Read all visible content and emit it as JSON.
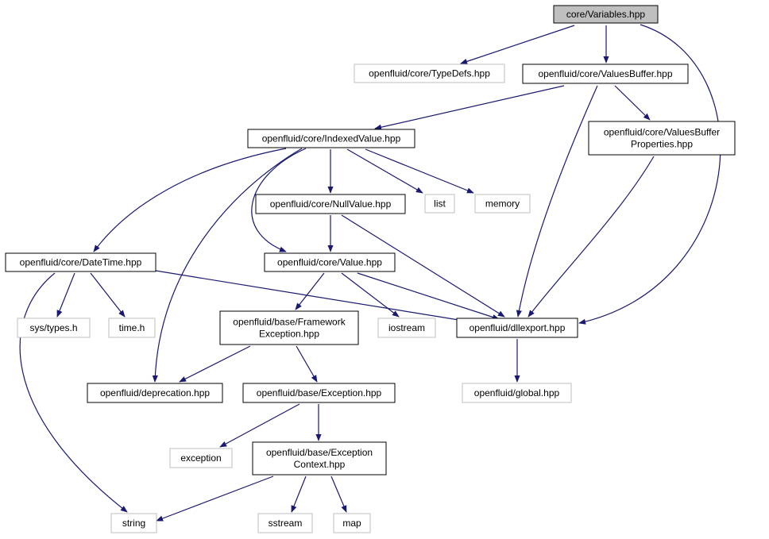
{
  "graph": {
    "nodes": [
      {
        "id": "variables",
        "lines": [
          "core/Variables.hpp"
        ],
        "style": "root"
      },
      {
        "id": "typedefs",
        "lines": [
          "openfluid/core/TypeDefs.hpp"
        ],
        "style": "external"
      },
      {
        "id": "valuesbuffer",
        "lines": [
          "openfluid/core/ValuesBuffer.hpp"
        ],
        "style": "normal"
      },
      {
        "id": "indexedvalue",
        "lines": [
          "openfluid/core/IndexedValue.hpp"
        ],
        "style": "normal"
      },
      {
        "id": "vbprops",
        "lines": [
          "openfluid/core/ValuesBuffer",
          "Properties.hpp"
        ],
        "style": "normal"
      },
      {
        "id": "list",
        "lines": [
          "list"
        ],
        "style": "external"
      },
      {
        "id": "memory",
        "lines": [
          "memory"
        ],
        "style": "external"
      },
      {
        "id": "nullvalue",
        "lines": [
          "openfluid/core/NullValue.hpp"
        ],
        "style": "normal"
      },
      {
        "id": "datetime",
        "lines": [
          "openfluid/core/DateTime.hpp"
        ],
        "style": "normal"
      },
      {
        "id": "value",
        "lines": [
          "openfluid/core/Value.hpp"
        ],
        "style": "normal"
      },
      {
        "id": "systypes",
        "lines": [
          "sys/types.h"
        ],
        "style": "external"
      },
      {
        "id": "timeh",
        "lines": [
          "time.h"
        ],
        "style": "external"
      },
      {
        "id": "fwexception",
        "lines": [
          "openfluid/base/Framework",
          "Exception.hpp"
        ],
        "style": "normal"
      },
      {
        "id": "iostream",
        "lines": [
          "iostream"
        ],
        "style": "external"
      },
      {
        "id": "dllexport",
        "lines": [
          "openfluid/dllexport.hpp"
        ],
        "style": "normal"
      },
      {
        "id": "deprecation",
        "lines": [
          "openfluid/deprecation.hpp"
        ],
        "style": "normal"
      },
      {
        "id": "exception_hpp",
        "lines": [
          "openfluid/base/Exception.hpp"
        ],
        "style": "normal"
      },
      {
        "id": "global",
        "lines": [
          "openfluid/global.hpp"
        ],
        "style": "external"
      },
      {
        "id": "exception_std",
        "lines": [
          "exception"
        ],
        "style": "external"
      },
      {
        "id": "exccontext",
        "lines": [
          "openfluid/base/Exception",
          "Context.hpp"
        ],
        "style": "normal"
      },
      {
        "id": "string",
        "lines": [
          "string"
        ],
        "style": "external"
      },
      {
        "id": "sstream",
        "lines": [
          "sstream"
        ],
        "style": "external"
      },
      {
        "id": "map",
        "lines": [
          "map"
        ],
        "style": "external"
      }
    ],
    "edges": [
      {
        "from": "variables",
        "to": "typedefs"
      },
      {
        "from": "variables",
        "to": "valuesbuffer"
      },
      {
        "from": "variables",
        "to": "dllexport"
      },
      {
        "from": "valuesbuffer",
        "to": "indexedvalue"
      },
      {
        "from": "valuesbuffer",
        "to": "dllexport"
      },
      {
        "from": "valuesbuffer",
        "to": "vbprops"
      },
      {
        "from": "vbprops",
        "to": "dllexport"
      },
      {
        "from": "indexedvalue",
        "to": "datetime"
      },
      {
        "from": "indexedvalue",
        "to": "deprecation"
      },
      {
        "from": "indexedvalue",
        "to": "value"
      },
      {
        "from": "indexedvalue",
        "to": "nullvalue"
      },
      {
        "from": "indexedvalue",
        "to": "list"
      },
      {
        "from": "indexedvalue",
        "to": "memory"
      },
      {
        "from": "nullvalue",
        "to": "value"
      },
      {
        "from": "nullvalue",
        "to": "dllexport"
      },
      {
        "from": "datetime",
        "to": "systypes"
      },
      {
        "from": "datetime",
        "to": "timeh"
      },
      {
        "from": "datetime",
        "to": "string"
      },
      {
        "from": "datetime",
        "to": "dllexport"
      },
      {
        "from": "value",
        "to": "fwexception"
      },
      {
        "from": "value",
        "to": "iostream"
      },
      {
        "from": "value",
        "to": "dllexport"
      },
      {
        "from": "fwexception",
        "to": "deprecation"
      },
      {
        "from": "fwexception",
        "to": "exception_hpp"
      },
      {
        "from": "exception_hpp",
        "to": "exception_std"
      },
      {
        "from": "exception_hpp",
        "to": "exccontext"
      },
      {
        "from": "exccontext",
        "to": "string"
      },
      {
        "from": "exccontext",
        "to": "sstream"
      },
      {
        "from": "exccontext",
        "to": "map"
      },
      {
        "from": "dllexport",
        "to": "global"
      }
    ],
    "colors": {
      "edge": "#191970",
      "root_fill": "#bfbfbf",
      "root_border": "#000000",
      "normal_border": "#000000",
      "external_border": "#bfbfbf",
      "node_fill": "#ffffff",
      "text": "#000000"
    }
  }
}
